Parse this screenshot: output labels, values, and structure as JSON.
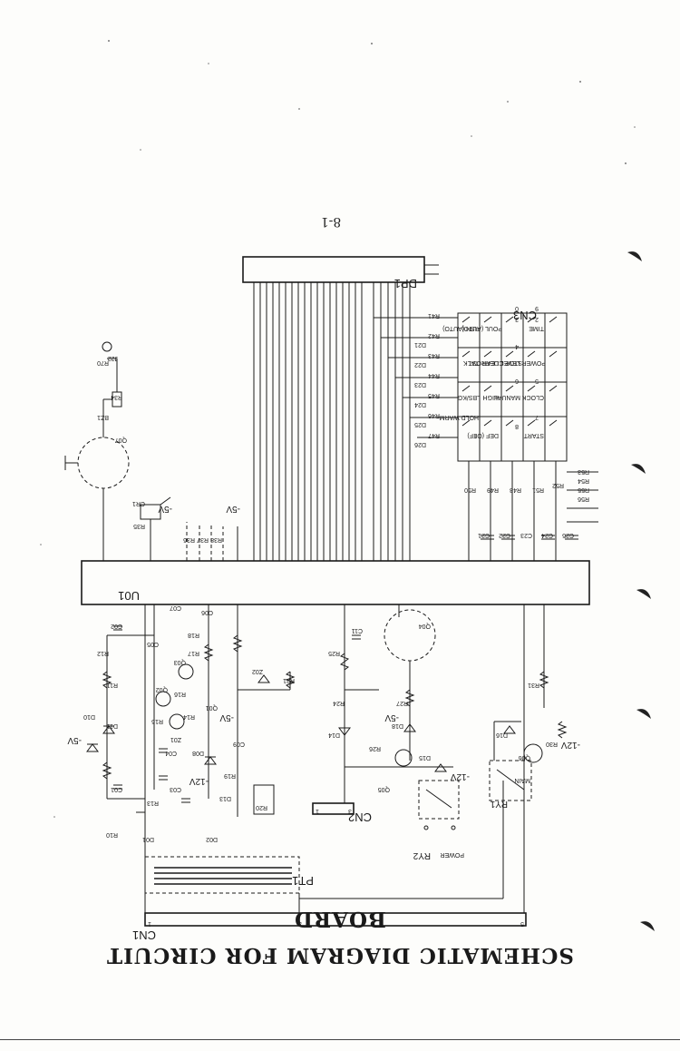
{
  "document": {
    "title": "SCHEMATIC DIAGRAM FOR CIRCUIT BOARD",
    "page_number": "8-1"
  },
  "connectors": {
    "cn1": "CN1",
    "cn1_pins": [
      "1",
      "3",
      "5"
    ],
    "cn2": "CN2",
    "cn2_pins": [
      "1",
      "3"
    ],
    "cn3": "CN3",
    "pt1": "PT1",
    "dp1": "DP1",
    "u01": "U01"
  },
  "power": {
    "neg5v": "-5V",
    "neg12v": "-12V"
  },
  "relays": {
    "ry1": "RY1",
    "ry2": "RY2",
    "power_label": "POWER",
    "main_label": "MAIN"
  },
  "components": {
    "left": [
      "D01",
      "R10",
      "C01",
      "R13",
      "D02",
      "D10",
      "D11",
      "R11",
      "R12",
      "C02",
      "Q01",
      "Q02",
      "Q03",
      "R14",
      "R15",
      "R16",
      "R17",
      "R18",
      "C03",
      "C04",
      "C05",
      "C06",
      "C07",
      "D08",
      "D13",
      "R19",
      "R20",
      "R21",
      "Z01",
      "Z02",
      "C09"
    ],
    "middle": [
      "R24",
      "R25",
      "R26",
      "R27",
      "C11",
      "D14",
      "D15",
      "D18",
      "Q04",
      "Q05",
      "R30",
      "R31",
      "D16",
      "Q06"
    ],
    "upper": [
      "BZ1",
      "R34",
      "R70",
      "J22",
      "Q07",
      "CR1",
      "R35",
      "R36",
      "R37",
      "R38"
    ],
    "keypad_side": [
      "R41",
      "R42",
      "R43",
      "R44",
      "R45",
      "R46",
      "R47",
      "D21",
      "D22",
      "D23",
      "D24",
      "D25",
      "D26",
      "R48",
      "R49",
      "R50",
      "R51",
      "R52",
      "R53",
      "R54",
      "R55",
      "R56",
      "C21",
      "C22",
      "C23",
      "C24",
      "C25"
    ]
  },
  "keypad": {
    "row1": [
      "1",
      "HOLD WARM",
      "DEF (OFF)",
      "START",
      "8",
      "7"
    ],
    "row2": [
      "LBS/KG",
      "HIGH",
      "MANUAL",
      "CLOCK"
    ],
    "row3": [
      "TALK",
      "DEFROST",
      "STOP CLEAR",
      "POWER LEVEL"
    ],
    "row4": [
      "FISH (AUTO)",
      "POUL (AUTO)",
      "TIME",
      "3",
      "2"
    ],
    "digits": [
      "6",
      "5",
      "4",
      "0",
      "9"
    ]
  }
}
